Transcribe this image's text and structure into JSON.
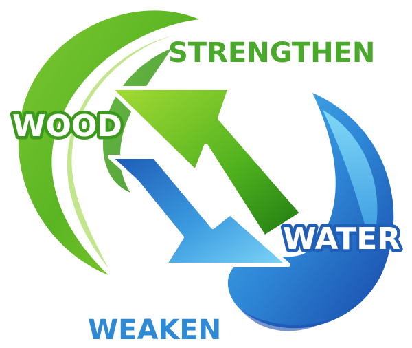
{
  "diagram": {
    "elements": {
      "wood": "WOOD",
      "water": "WATER"
    },
    "relations": {
      "strengthen": "STRENGTHEN",
      "weaken": "WEAKEN"
    },
    "colors": {
      "wood_green_light": "#9bd42a",
      "wood_green": "#55b21d",
      "wood_green_dark": "#2e8a14",
      "water_blue_light": "#6fd0f5",
      "water_blue": "#2a8fd8",
      "water_blue_dark": "#1a4fae",
      "strengthen_text": "#4aa82a",
      "weaken_text": "#2f8ad6"
    }
  }
}
